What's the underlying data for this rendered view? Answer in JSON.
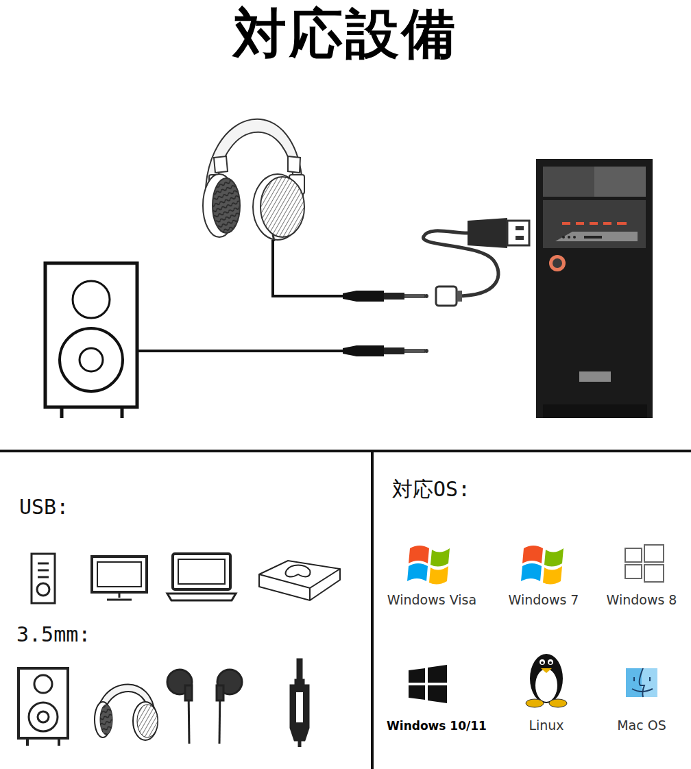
{
  "diagram": {
    "title": "対応設備",
    "labels": [
      "USB:",
      "3.5mm:",
      "対応OS:",
      "Windows Visa",
      "Windows 7",
      "Windows 8",
      "Windows 10/11",
      "Linux",
      "Mac OS"
    ]
  }
}
